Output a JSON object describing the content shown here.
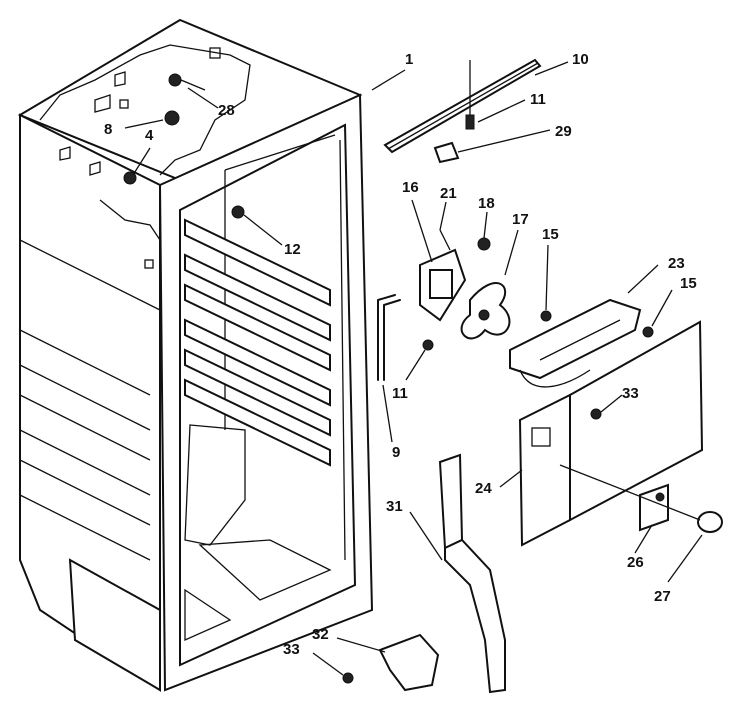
{
  "callouts": [
    {
      "key": "c1",
      "label": "1"
    },
    {
      "key": "c10",
      "label": "10"
    },
    {
      "key": "c11a",
      "label": "11"
    },
    {
      "key": "c28",
      "label": "28"
    },
    {
      "key": "c8",
      "label": "8"
    },
    {
      "key": "c4",
      "label": "4"
    },
    {
      "key": "c29",
      "label": "29"
    },
    {
      "key": "c16",
      "label": "16"
    },
    {
      "key": "c21",
      "label": "21"
    },
    {
      "key": "c18",
      "label": "18"
    },
    {
      "key": "c17",
      "label": "17"
    },
    {
      "key": "c15a",
      "label": "15"
    },
    {
      "key": "c23",
      "label": "23"
    },
    {
      "key": "c15b",
      "label": "15"
    },
    {
      "key": "c12",
      "label": "12"
    },
    {
      "key": "c11b",
      "label": "11"
    },
    {
      "key": "c33a",
      "label": "33"
    },
    {
      "key": "c9",
      "label": "9"
    },
    {
      "key": "c24",
      "label": "24"
    },
    {
      "key": "c31",
      "label": "31"
    },
    {
      "key": "c26",
      "label": "26"
    },
    {
      "key": "c27",
      "label": "27"
    },
    {
      "key": "c32",
      "label": "32"
    },
    {
      "key": "c33b",
      "label": "33"
    }
  ]
}
